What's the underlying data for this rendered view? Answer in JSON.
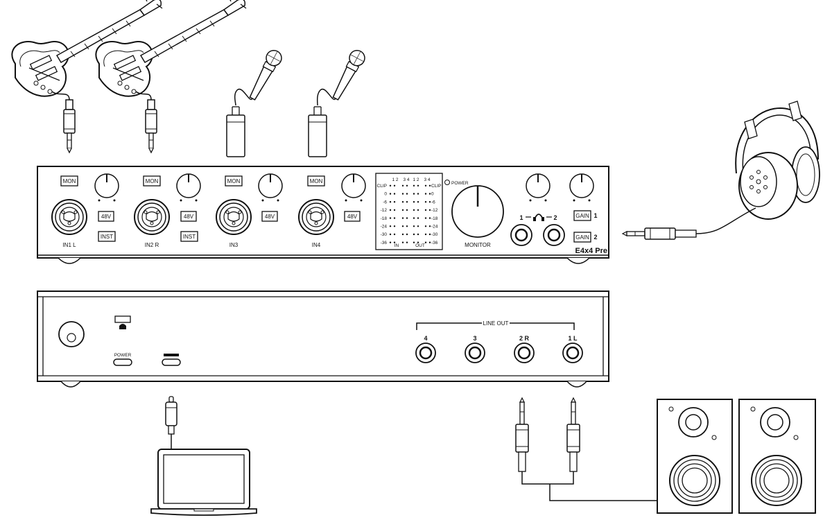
{
  "front_panel": {
    "channels": [
      {
        "mon": "MON",
        "phantom": "48V",
        "inst": "INST",
        "input": "IN1 L"
      },
      {
        "mon": "MON",
        "phantom": "48V",
        "inst": "INST",
        "input": "IN2 R"
      },
      {
        "mon": "MON",
        "phantom": "48V",
        "input": "IN3"
      },
      {
        "mon": "MON",
        "phantom": "48V",
        "input": "IN4"
      }
    ],
    "meter": {
      "in_channels_a": "1 2",
      "in_channels_b": "3 4",
      "out_channels_a": "1 2",
      "out_channels_b": "3 4",
      "levels_left": [
        "CLIP",
        "0",
        "-6",
        "-12",
        "-18",
        "-24",
        "-30",
        "-36"
      ],
      "levels_right": [
        "CLIP",
        "0",
        "-6",
        "-12",
        "-18",
        "-24",
        "-30",
        "-36"
      ],
      "in_label": "IN",
      "out_label": "OUT"
    },
    "power_led": "POWER",
    "monitor": "MONITOR",
    "headphone_1": "1",
    "headphone_2": "2",
    "gain_1": "GAIN",
    "gain_1_num": "1",
    "gain_2": "GAIN",
    "gain_2_num": "2",
    "model": "E4x4 Pre"
  },
  "rear_panel": {
    "power_port": "POWER",
    "line_out_title": "LINE OUT",
    "outputs": [
      "4",
      "3",
      "2 R",
      "1 L"
    ]
  },
  "icons": {
    "headphone_symbol": "headphones-icon",
    "lock_symbol": "lock-icon"
  }
}
